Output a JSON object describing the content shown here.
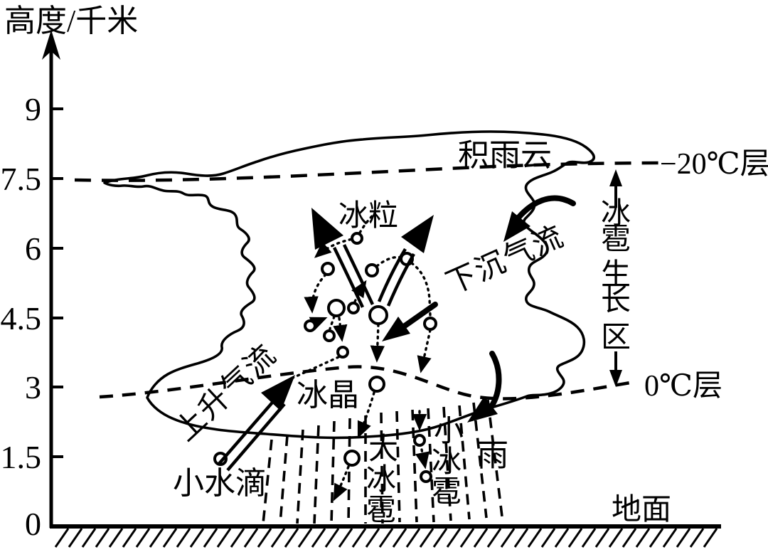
{
  "axis": {
    "title": "高度/千米",
    "ticks": [
      "9",
      "7.5",
      "6",
      "4.5",
      "3",
      "1.5",
      "0"
    ]
  },
  "layers": {
    "minus20_label": "−20℃层",
    "zero_label": "0℃层"
  },
  "labels": {
    "cloud": "积雨云",
    "ice_pellets": "冰粒",
    "downdraft": "下沉气流",
    "updraft": "上升气流",
    "ice_crystal": "冰晶",
    "small_water_droplet": "小水滴",
    "rain": "雨",
    "ground": "地面"
  },
  "vertical_labels": {
    "hail_growth_zone": [
      "冰",
      "雹",
      "生",
      "长",
      "区"
    ],
    "large_hail": [
      "大",
      "冰",
      "雹"
    ],
    "small_hail": [
      "小",
      "冰",
      "雹"
    ]
  },
  "colors": {
    "ink": "#000000",
    "background": "#ffffff"
  }
}
